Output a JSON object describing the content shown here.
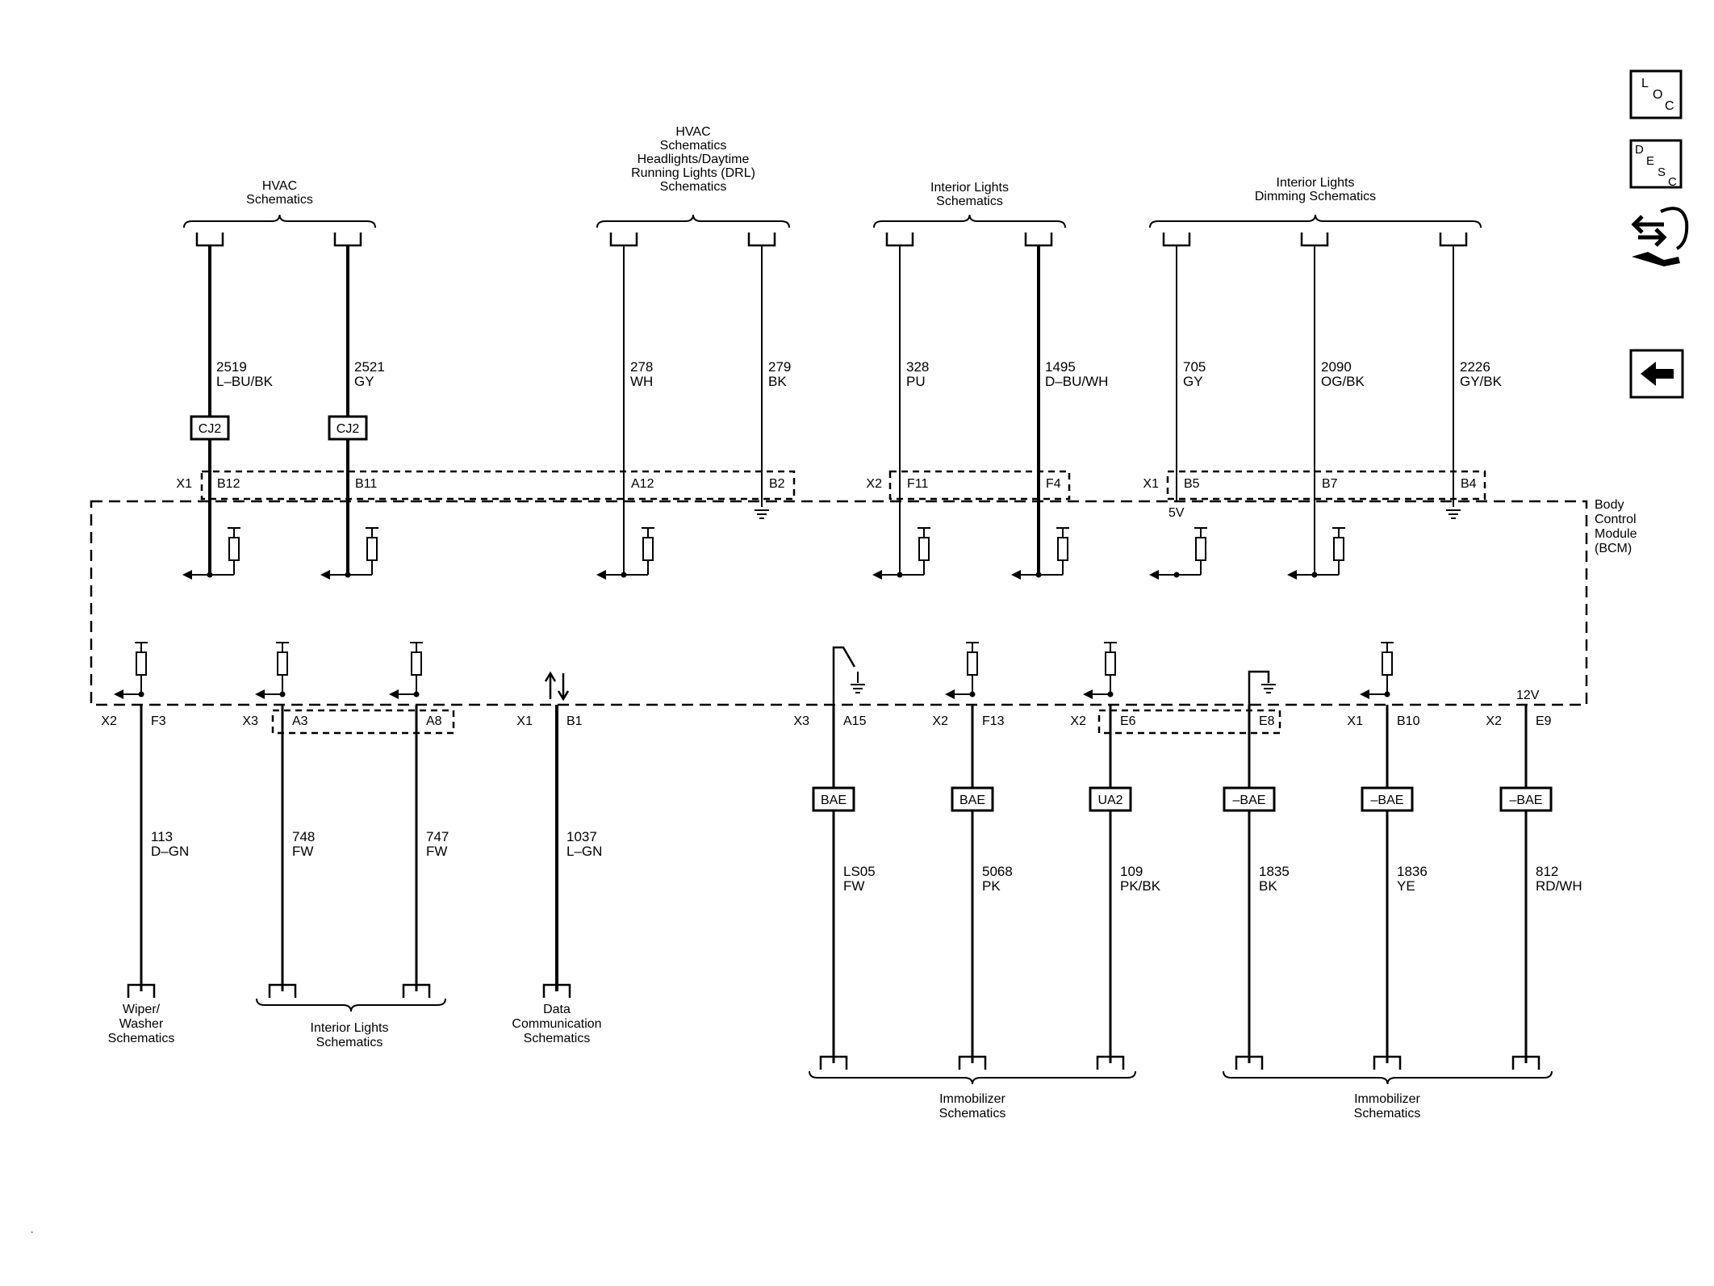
{
  "module_label": [
    "Body",
    "Control",
    "Module",
    "(BCM)"
  ],
  "nav": {
    "loc": [
      "L",
      "O",
      "C"
    ],
    "desc": [
      "D",
      "E",
      "S",
      "C"
    ]
  },
  "top_groups": [
    {
      "title": [
        "HVAC",
        "Schematics"
      ]
    },
    {
      "title": [
        "HVAC",
        "Schematics",
        "Headlights/Daytime",
        "Running Lights (DRL)",
        "Schematics"
      ]
    },
    {
      "title": [
        "Interior Lights",
        "Schematics"
      ]
    },
    {
      "title": [
        "Interior Lights",
        "Dimming Schematics"
      ]
    }
  ],
  "top_wires": [
    {
      "circuit": "2519",
      "color": "L–BU/BK",
      "inline": "CJ2",
      "connector": "X1",
      "pin": "B12"
    },
    {
      "circuit": "2521",
      "color": "GY",
      "inline": "CJ2",
      "pin": "B11"
    },
    {
      "circuit": "278",
      "color": "WH",
      "pin": "A12"
    },
    {
      "circuit": "279",
      "color": "BK",
      "pin": "B2"
    },
    {
      "circuit": "328",
      "color": "PU",
      "connector": "X2",
      "pin": "F11"
    },
    {
      "circuit": "1495",
      "color": "D–BU/WH",
      "pin": "F4"
    },
    {
      "circuit": "705",
      "color": "GY",
      "connector": "X1",
      "pin": "B5",
      "voltage": "5V"
    },
    {
      "circuit": "2090",
      "color": "OG/BK",
      "pin": "B7"
    },
    {
      "circuit": "2226",
      "color": "GY/BK",
      "pin": "B4"
    }
  ],
  "bottom_wires": [
    {
      "circuit": "113",
      "color": "D–GN",
      "connector": "X2",
      "pin": "F3"
    },
    {
      "circuit": "748",
      "color": "FW",
      "connector": "X3",
      "pin": "A3"
    },
    {
      "circuit": "747",
      "color": "FW",
      "pin": "A8"
    },
    {
      "circuit": "1037",
      "color": "L–GN",
      "connector": "X1",
      "pin": "B1"
    },
    {
      "circuit": "LS05",
      "color": "FW",
      "connector": "X3",
      "pin": "A15",
      "option": "BAE"
    },
    {
      "circuit": "5068",
      "color": "PK",
      "connector": "X2",
      "pin": "F13",
      "option": "BAE"
    },
    {
      "circuit": "109",
      "color": "PK/BK",
      "connector": "X2",
      "pin": "E6",
      "option": "UA2"
    },
    {
      "circuit": "1835",
      "color": "BK",
      "pin": "E8",
      "option": "–BAE"
    },
    {
      "circuit": "1836",
      "color": "YE",
      "connector": "X1",
      "pin": "B10",
      "option": "–BAE"
    },
    {
      "circuit": "812",
      "color": "RD/WH",
      "connector": "X2",
      "pin": "E9",
      "option": "–BAE",
      "voltage": "12V"
    }
  ],
  "bottom_groups": [
    {
      "title": [
        "Wiper/",
        "Washer",
        "Schematics"
      ]
    },
    {
      "title": [
        "Interior Lights",
        "Schematics"
      ]
    },
    {
      "title": [
        "Data",
        "Communication",
        "Schematics"
      ]
    },
    {
      "title": [
        "Immobilizer",
        "Schematics"
      ]
    },
    {
      "title": [
        "Immobilizer",
        "Schematics"
      ]
    }
  ],
  "corner_mark": "."
}
